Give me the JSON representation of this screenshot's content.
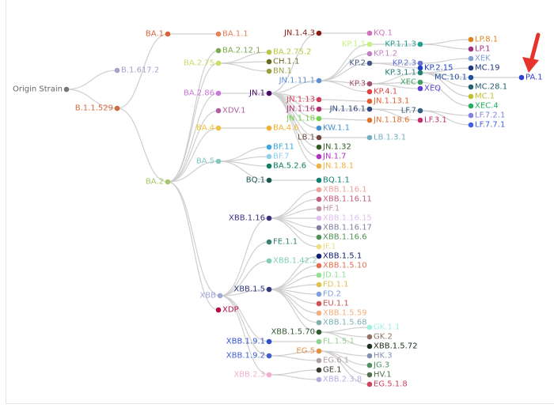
{
  "title": "SARS-CoV-2 variant lineage tree",
  "edge_color": "#cfcfcf",
  "highlight": {
    "node": "PA.1",
    "arrow_color": "#e8322c"
  },
  "nodes": [
    {
      "id": "Origin Strain",
      "parent": null,
      "color": "#777777"
    },
    {
      "id": "B.1.617.2",
      "parent": "Origin Strain",
      "color": "#a99fd0"
    },
    {
      "id": "B.1.1.529",
      "parent": "Origin Strain",
      "color": "#d06a40"
    },
    {
      "id": "BA.1",
      "parent": "B.1.1.529",
      "color": "#d9643a"
    },
    {
      "id": "BA.1.1",
      "parent": "BA.1",
      "color": "#e8825a"
    },
    {
      "id": "BA.2",
      "parent": "B.1.1.529",
      "color": "#a5c86a"
    },
    {
      "id": "BA.2.12.1",
      "parent": "BA.2",
      "color": "#7aaa4a"
    },
    {
      "id": "BA.2.75",
      "parent": "BA.2",
      "color": "#c8e06a"
    },
    {
      "id": "BA.2.86",
      "parent": "BA.2",
      "color": "#cc77dd"
    },
    {
      "id": "XDV.1",
      "parent": "BA.2",
      "color": "#b060a0"
    },
    {
      "id": "BA.4",
      "parent": "BA.2",
      "color": "#f0c040"
    },
    {
      "id": "BA.5",
      "parent": "BA.2",
      "color": "#80c8c0"
    },
    {
      "id": "XBB",
      "parent": "BA.2",
      "color": "#a0a8d8"
    },
    {
      "id": "XDP",
      "parent": "BA.2",
      "color": "#b01040"
    },
    {
      "id": "BA.2.75.2",
      "parent": "BA.2.75",
      "color": "#b8c840"
    },
    {
      "id": "CH.1.1",
      "parent": "BA.2.75",
      "color": "#6a6a20"
    },
    {
      "id": "BN.1",
      "parent": "BA.2.75",
      "color": "#9aa040"
    },
    {
      "id": "JN.1",
      "parent": "BA.2.86",
      "color": "#4a0a6a"
    },
    {
      "id": "BA.4.6",
      "parent": "BA.4",
      "color": "#f0b030"
    },
    {
      "id": "BF.11",
      "parent": "BA.5",
      "color": "#40a8e0"
    },
    {
      "id": "BF.7",
      "parent": "BA.5",
      "color": "#90d0f0"
    },
    {
      "id": "BA.5.2.6",
      "parent": "BA.5",
      "color": "#108060"
    },
    {
      "id": "BQ.1",
      "parent": "BA.5",
      "color": "#1a5a50"
    },
    {
      "id": "BQ.1.1",
      "parent": "BQ.1",
      "color": "#108070"
    },
    {
      "id": "JN.1.4.3",
      "parent": "JN.1",
      "color": "#8a1a10"
    },
    {
      "id": "JN.1.11.1",
      "parent": "JN.1",
      "color": "#6090d0"
    },
    {
      "id": "JN.1.13",
      "parent": "JN.1",
      "color": "#d04060"
    },
    {
      "id": "JN.1.16",
      "parent": "JN.1",
      "color": "#b03070"
    },
    {
      "id": "JN.1.18",
      "parent": "JN.1",
      "color": "#70d050"
    },
    {
      "id": "KW.1.1",
      "parent": "JN.1",
      "color": "#4090d0"
    },
    {
      "id": "JN.1.32",
      "parent": "JN.1",
      "color": "#305a20"
    },
    {
      "id": "LB.1",
      "parent": "JN.1",
      "color": "#704a40"
    },
    {
      "id": "JN.1.7",
      "parent": "JN.1",
      "color": "#b030c0"
    },
    {
      "id": "JN.1.8.1",
      "parent": "JN.1",
      "color": "#f0b040"
    },
    {
      "id": "KQ.1",
      "parent": "JN.1.4.3",
      "color": "#d070c0"
    },
    {
      "id": "KP.1.1",
      "parent": "JN.1.11.1",
      "color": "#c8f080"
    },
    {
      "id": "KP.1.2",
      "parent": "JN.1.11.1",
      "color": "#c080c0"
    },
    {
      "id": "KP.2",
      "parent": "JN.1.11.1",
      "color": "#405a80"
    },
    {
      "id": "KP.3",
      "parent": "JN.1.11.1",
      "color": "#a05070"
    },
    {
      "id": "KP.4.1",
      "parent": "JN.1.11.1",
      "color": "#e04040"
    },
    {
      "id": "JN.1.13.1",
      "parent": "JN.1.13",
      "color": "#e06030"
    },
    {
      "id": "JN.1.16.1",
      "parent": "JN.1.16",
      "color": "#304a80"
    },
    {
      "id": "JN.1.18.6",
      "parent": "JN.1.18",
      "color": "#e07030"
    },
    {
      "id": "LB.1.3.1",
      "parent": "LB.1",
      "color": "#70b0c0"
    },
    {
      "id": "KP.1.1.3",
      "parent": "KP.1.1",
      "color": "#20a090"
    },
    {
      "id": "KP.2.3",
      "parent": "KP.2",
      "color": "#6070d0"
    },
    {
      "id": "KP.2.15",
      "parent": "KP.2",
      "color": "#2040c0"
    },
    {
      "id": "KP.3.1.1",
      "parent": "KP.3",
      "color": "#208070"
    },
    {
      "id": "XEC",
      "parent": "KP.3",
      "color": "#40a060"
    },
    {
      "id": "XEQ",
      "parent": "KP.3",
      "color": "#6040d0"
    },
    {
      "id": "LF.7",
      "parent": "JN.1.16.1",
      "color": "#306080"
    },
    {
      "id": "LF.3.1",
      "parent": "JN.1.16.1",
      "color": "#c03070"
    },
    {
      "id": "LP.8.1",
      "parent": "KP.1.1.3",
      "color": "#e08020"
    },
    {
      "id": "LP.1",
      "parent": "KP.1.1.3",
      "color": "#a03080"
    },
    {
      "id": "XEK",
      "parent": "KP.2.3",
      "color": "#80a0d0"
    },
    {
      "id": "MC.19",
      "parent": "KP.3.1.1",
      "color": "#203a80"
    },
    {
      "id": "MC.10.1",
      "parent": "KP.3.1.1",
      "color": "#2050a0"
    },
    {
      "id": "MC.28.1",
      "parent": "KP.3.1.1",
      "color": "#206070"
    },
    {
      "id": "MC.1",
      "parent": "KP.3.1.1",
      "color": "#c0c030"
    },
    {
      "id": "XEC.4",
      "parent": "XEC",
      "color": "#20b060"
    },
    {
      "id": "LF.7.2.1",
      "parent": "LF.7",
      "color": "#8080e0"
    },
    {
      "id": "LF.7.7.1",
      "parent": "LF.7",
      "color": "#4060e0"
    },
    {
      "id": "PA.1",
      "parent": "MC.10.1",
      "color": "#3040d0"
    },
    {
      "id": "XBB.1.16",
      "parent": "XBB",
      "color": "#3a3080"
    },
    {
      "id": "FE.1.1",
      "parent": "XBB",
      "color": "#3a8070"
    },
    {
      "id": "XBB.1.42.2",
      "parent": "XBB",
      "color": "#80d0b0"
    },
    {
      "id": "XBB.1.5",
      "parent": "XBB",
      "color": "#303a80"
    },
    {
      "id": "XBB.1.9.1",
      "parent": "XBB",
      "color": "#3050d0"
    },
    {
      "id": "XBB.1.9.2",
      "parent": "XBB",
      "color": "#4060d0"
    },
    {
      "id": "XBB.2.3",
      "parent": "XBB",
      "color": "#f0b0d0"
    },
    {
      "id": "XBB.1.16.1",
      "parent": "XBB.1.16",
      "color": "#f0a0a0"
    },
    {
      "id": "XBB.1.16.11",
      "parent": "XBB.1.16",
      "color": "#c06080"
    },
    {
      "id": "HF.1",
      "parent": "XBB.1.16",
      "color": "#c090a0"
    },
    {
      "id": "XBB.1.16.15",
      "parent": "XBB.1.16",
      "color": "#e0c0f0"
    },
    {
      "id": "XBB.1.16.17",
      "parent": "XBB.1.16",
      "color": "#8080a0"
    },
    {
      "id": "XBB.1.16.6",
      "parent": "XBB.1.16",
      "color": "#509050"
    },
    {
      "id": "JF.1",
      "parent": "XBB.1.16",
      "color": "#f0e080"
    },
    {
      "id": "XBB.1.5.1",
      "parent": "XBB.1.5",
      "color": "#102070"
    },
    {
      "id": "XBB.1.5.10",
      "parent": "XBB.1.5",
      "color": "#e07050"
    },
    {
      "id": "JD.1.1",
      "parent": "XBB.1.5",
      "color": "#90e090"
    },
    {
      "id": "FD.1.1",
      "parent": "XBB.1.5",
      "color": "#e0c050"
    },
    {
      "id": "FD.2",
      "parent": "XBB.1.5",
      "color": "#80a0e0"
    },
    {
      "id": "EU.1.1",
      "parent": "XBB.1.5",
      "color": "#d05050"
    },
    {
      "id": "XBB.1.5.59",
      "parent": "XBB.1.5",
      "color": "#f0b080"
    },
    {
      "id": "XBB.1.5.68",
      "parent": "XBB.1.5",
      "color": "#80b0b0"
    },
    {
      "id": "XBB.1.5.70",
      "parent": "XBB.1.5",
      "color": "#305a30"
    },
    {
      "id": "FL.1.5.1",
      "parent": "XBB.1.9.1",
      "color": "#90d090"
    },
    {
      "id": "EG.5",
      "parent": "XBB.1.9.2",
      "color": "#e09040"
    },
    {
      "id": "EG.6.1",
      "parent": "XBB.1.9.2",
      "color": "#b0a0a0"
    },
    {
      "id": "GE.1",
      "parent": "XBB.2.3",
      "color": "#3a3a30"
    },
    {
      "id": "XBB.2.3.8",
      "parent": "XBB.2.3",
      "color": "#b0b0e0"
    },
    {
      "id": "GK.1.1",
      "parent": "XBB.1.5.70",
      "color": "#a0f0e0"
    },
    {
      "id": "GK.2",
      "parent": "XBB.1.5.70",
      "color": "#907060"
    },
    {
      "id": "XBB.1.5.72",
      "parent": "XBB.1.5.70",
      "color": "#203020"
    },
    {
      "id": "HK.3",
      "parent": "EG.5",
      "color": "#8090b0"
    },
    {
      "id": "JG.3",
      "parent": "EG.5",
      "color": "#509060"
    },
    {
      "id": "HV.1",
      "parent": "EG.5",
      "color": "#507050"
    },
    {
      "id": "EG.5.1.8",
      "parent": "EG.5",
      "color": "#d04060"
    }
  ]
}
